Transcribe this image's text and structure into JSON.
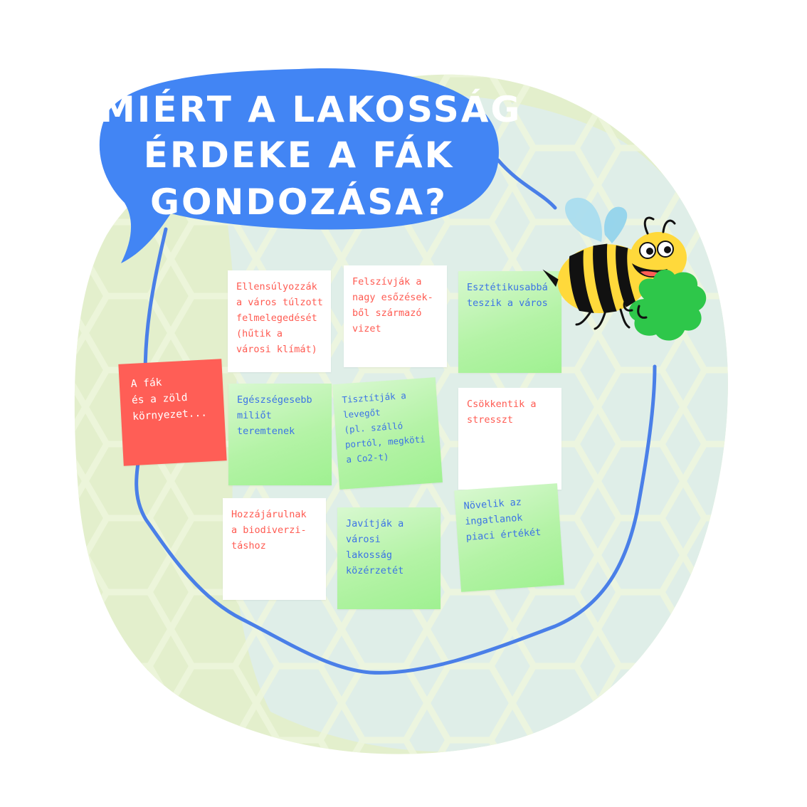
{
  "title": {
    "lines": [
      "MIÉRT A LAKOSSÁG",
      "ÉRDEKE A FÁK",
      "GONDOZÁSA?"
    ]
  },
  "colors": {
    "bubble": "#4285f4",
    "loop": "#4a7fe8",
    "blob_green": "#e3efcc",
    "blob_blue": "#dfeee8",
    "note_red": "#ff5e56",
    "text_red": "#ff5b52",
    "text_blue": "#3b73e6",
    "note_green": "#aff3a0"
  },
  "notes": [
    {
      "id": "n1",
      "style": "white",
      "text_color": "red",
      "text": "Ellensúlyozzák\na város túlzott\nfelmelegedését\n(hűtik a\nvárosi klímát)"
    },
    {
      "id": "n2",
      "style": "white",
      "text_color": "red",
      "text": "Felszívják a\nnagy esőzések-\nből származó\nvizet"
    },
    {
      "id": "n3",
      "style": "green",
      "text_color": "blue",
      "text": "Esztétikusabbá\nteszik a város"
    },
    {
      "id": "n4",
      "style": "red",
      "text_color": "white",
      "text": "A fák\nés a zöld\nkörnyezet..."
    },
    {
      "id": "n5",
      "style": "green",
      "text_color": "blue",
      "text": "Egészségesebb\nmiliőt\nteremtenek"
    },
    {
      "id": "n6",
      "style": "green",
      "text_color": "blue",
      "text": "Tisztítják a\nlevegőt\n(pl. szálló\nportól, megköti\na Co2-t)"
    },
    {
      "id": "n7",
      "style": "white",
      "text_color": "red",
      "text": "Csökkentik a\nstresszt"
    },
    {
      "id": "n8",
      "style": "white",
      "text_color": "red",
      "text": "Hozzájárulnak\na biodiverzi-\ntáshoz"
    },
    {
      "id": "n9",
      "style": "green",
      "text_color": "blue",
      "text": "Javítják a\nvárosi\nlakosság\nközérzetét"
    },
    {
      "id": "n10",
      "style": "green",
      "text_color": "blue",
      "text": "Növelik az\ningatlanok\npiaci értékét"
    }
  ]
}
